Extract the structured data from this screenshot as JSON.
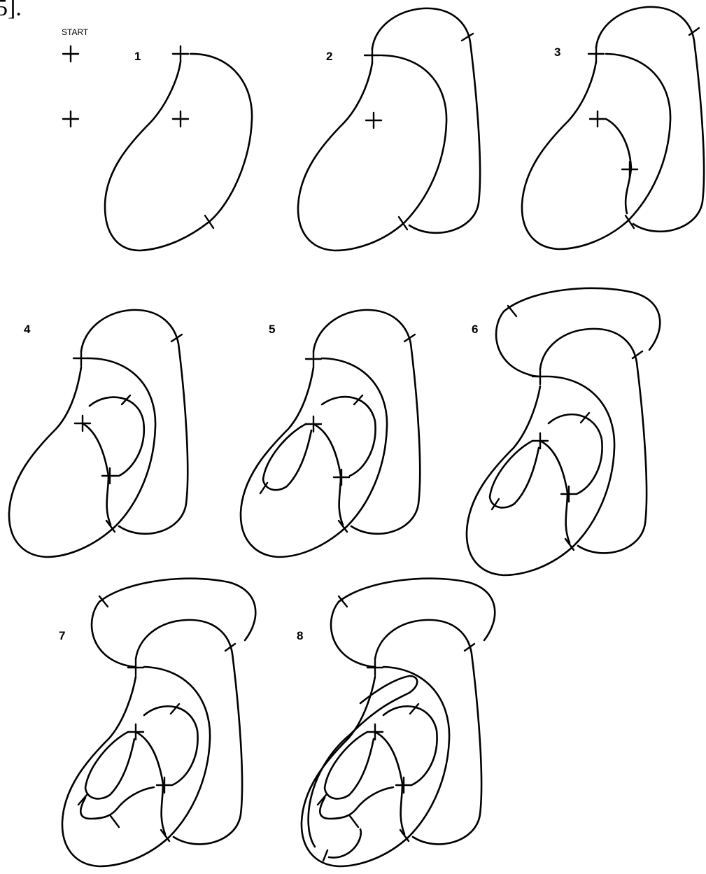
{
  "caption_fragment": "5].",
  "start_label": "START",
  "panels": [
    {
      "label": "1"
    },
    {
      "label": "2"
    },
    {
      "label": "3"
    },
    {
      "label": "4"
    },
    {
      "label": "5"
    },
    {
      "label": "6"
    },
    {
      "label": "7"
    },
    {
      "label": "8"
    }
  ]
}
